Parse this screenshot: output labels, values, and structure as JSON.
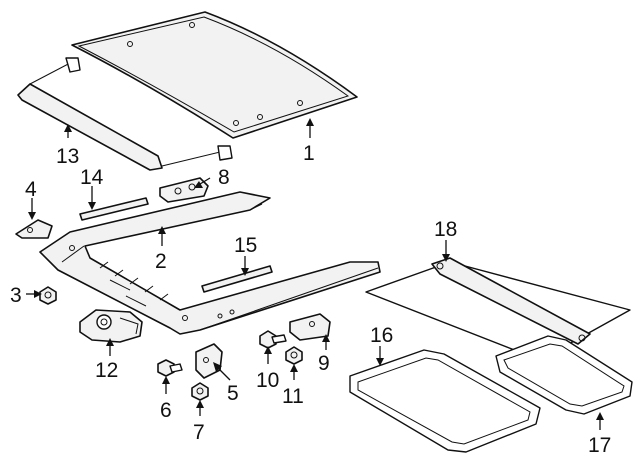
{
  "diagram": {
    "callouts": [
      {
        "id": "roof-panel",
        "label": "1"
      },
      {
        "id": "frame",
        "label": "2"
      },
      {
        "id": "nut",
        "label": "3"
      },
      {
        "id": "bracket-4",
        "label": "4"
      },
      {
        "id": "bracket-5",
        "label": "5"
      },
      {
        "id": "bolt-6",
        "label": "6"
      },
      {
        "id": "nut-7",
        "label": "7"
      },
      {
        "id": "bracket-8",
        "label": "8"
      },
      {
        "id": "bracket-9",
        "label": "9"
      },
      {
        "id": "bolt-10",
        "label": "10"
      },
      {
        "id": "nut-11",
        "label": "11"
      },
      {
        "id": "motor",
        "label": "12"
      },
      {
        "id": "deflector",
        "label": "13"
      },
      {
        "id": "seal-14",
        "label": "14"
      },
      {
        "id": "seal-15",
        "label": "15"
      },
      {
        "id": "glass-seal",
        "label": "16"
      },
      {
        "id": "weatherstrip",
        "label": "17"
      },
      {
        "id": "sunshade",
        "label": "18"
      }
    ]
  }
}
